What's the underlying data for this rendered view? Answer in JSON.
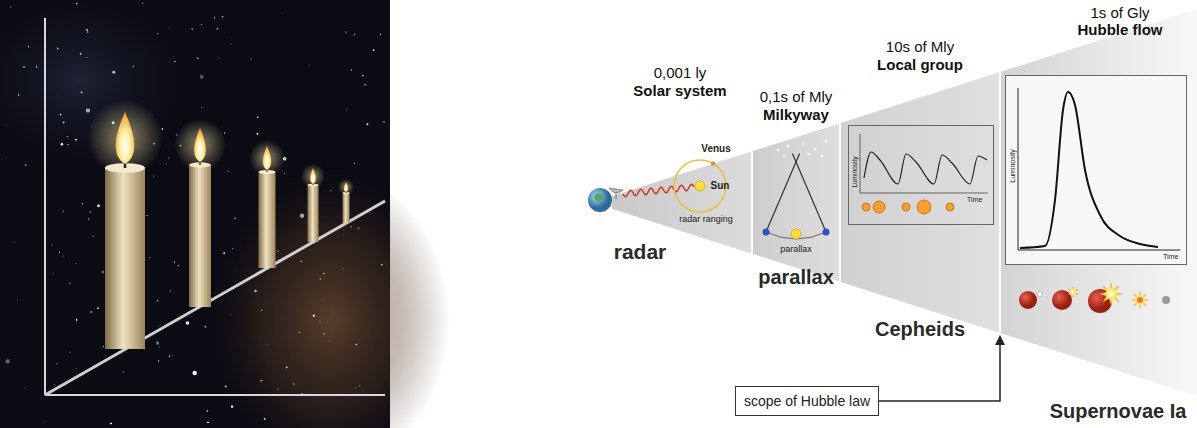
{
  "diagram": {
    "nodes": [
      {
        "text": [
          "Luminosity",
          "Time"
        ]
      },
      {
        "text": [
          "Luminosity",
          "Time"
        ]
      },
      {
        "text": [
          "scope of Hubble law"
        ]
      }
    ],
    "labels": [
      "0,001 ly",
      "Solar system",
      "0,1s of Mly",
      "Milkyway",
      "10s of Mly",
      "Local group",
      "1s of Gly",
      "Hubble flow",
      "Venus",
      "Sun",
      "radar ranging",
      "parallax",
      "radar",
      "parallax",
      "Cepheids",
      "Supernovae Ia"
    ]
  }
}
